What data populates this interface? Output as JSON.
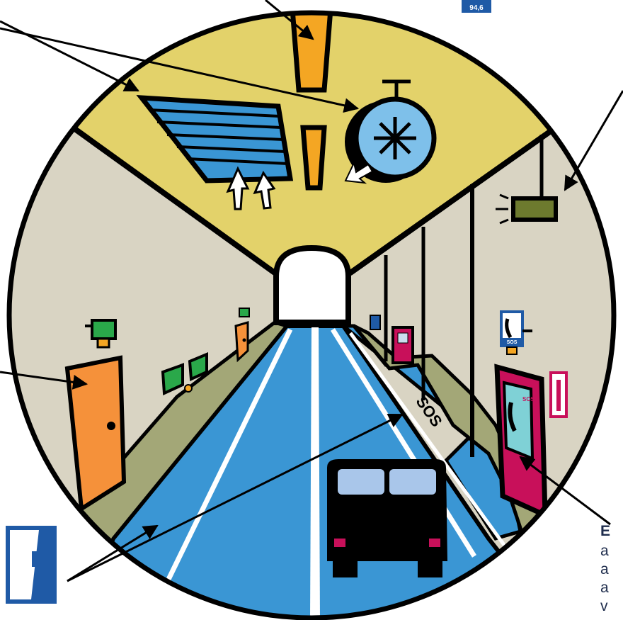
{
  "top_sign": {
    "value": "94,6",
    "color": "#1f5aa6"
  },
  "road_marking": {
    "text": "SOS"
  },
  "sos_cabinet": {
    "text": "SOS"
  },
  "door_sign": {
    "text": "SOS"
  },
  "side_note": {
    "title": "E",
    "lines": [
      "a",
      "a",
      "a",
      "v"
    ]
  },
  "colors": {
    "ceiling": "#e3d26a",
    "wall": "#d9d4c3",
    "road": "#3a96d4",
    "walkway": "#a3a777",
    "exit_door": "#f5913a",
    "emergency_door": "#c8105a",
    "fan": "#7ec0ea",
    "exit_sign": "#2aa84a",
    "light": "#f4a623",
    "outline": "#000000"
  }
}
